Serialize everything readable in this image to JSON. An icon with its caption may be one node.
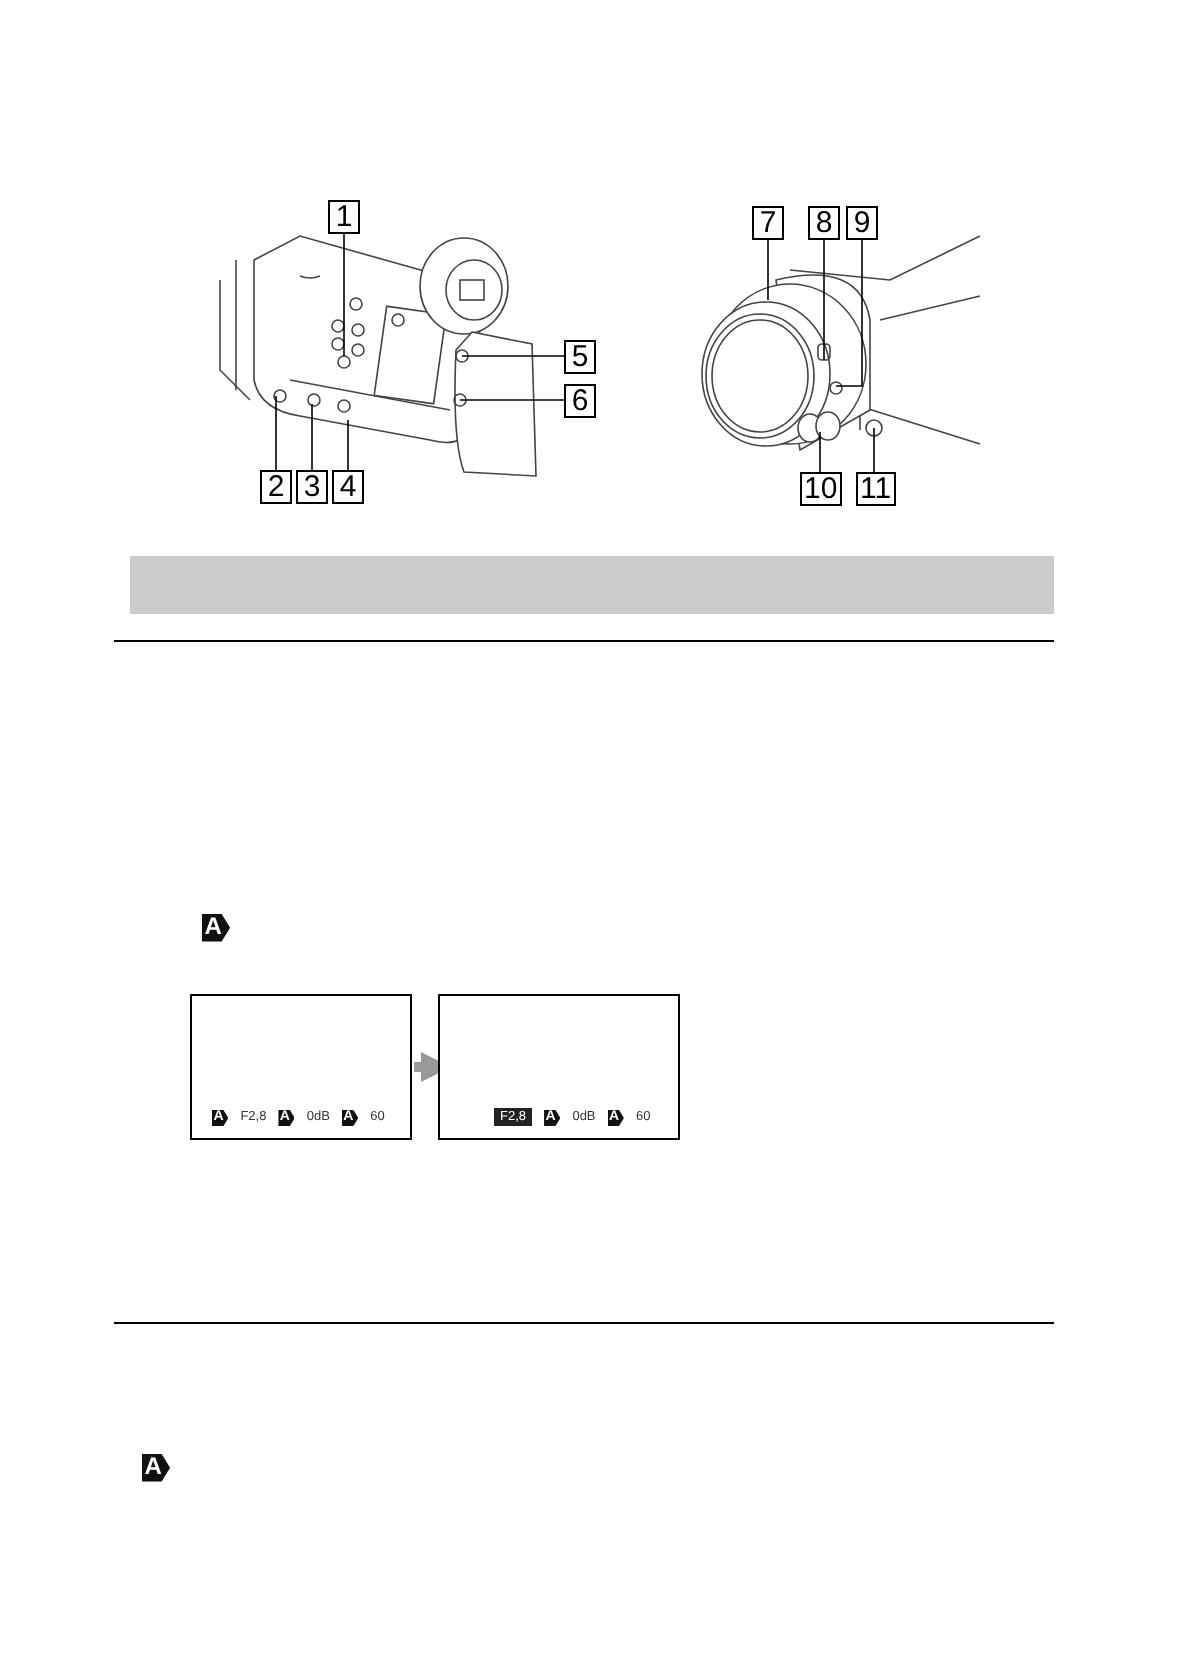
{
  "diagram": {
    "nodes": [
      {
        "text": [
          "1"
        ]
      },
      {
        "text": [
          "2"
        ]
      },
      {
        "text": [
          "3"
        ]
      },
      {
        "text": [
          "4"
        ]
      },
      {
        "text": [
          "5"
        ]
      },
      {
        "text": [
          "6"
        ]
      },
      {
        "text": [
          "7"
        ]
      },
      {
        "text": [
          "8"
        ]
      },
      {
        "text": [
          "9"
        ]
      },
      {
        "text": [
          "10"
        ]
      },
      {
        "text": [
          "11"
        ]
      },
      {
        "text": [
          "A",
          "F2,8",
          "A",
          "0dB",
          "A",
          "60"
        ]
      },
      {
        "text": [
          "F2,8",
          "A",
          "0dB",
          "A",
          "60"
        ]
      },
      {
        "text": [],
        "shape": "bar"
      }
    ],
    "edges": [
      {
        "from": 0,
        "to": null,
        "arrow": "none"
      },
      {
        "from": 1,
        "to": null,
        "arrow": "none"
      },
      {
        "from": 2,
        "to": null,
        "arrow": "none"
      },
      {
        "from": 3,
        "to": null,
        "arrow": "none"
      },
      {
        "from": 4,
        "to": null,
        "arrow": "none"
      },
      {
        "from": 5,
        "to": null,
        "arrow": "none"
      },
      {
        "from": 6,
        "to": null,
        "arrow": "none"
      },
      {
        "from": 7,
        "to": null,
        "arrow": "none"
      },
      {
        "from": 8,
        "to": null,
        "arrow": "none"
      },
      {
        "from": 9,
        "to": null,
        "arrow": "none"
      },
      {
        "from": 10,
        "to": null,
        "arrow": "none"
      },
      {
        "from": 11,
        "to": 12,
        "arrow": "to",
        "style": "thick",
        "color": "#999999"
      }
    ],
    "labels": [
      "A",
      "A"
    ]
  }
}
